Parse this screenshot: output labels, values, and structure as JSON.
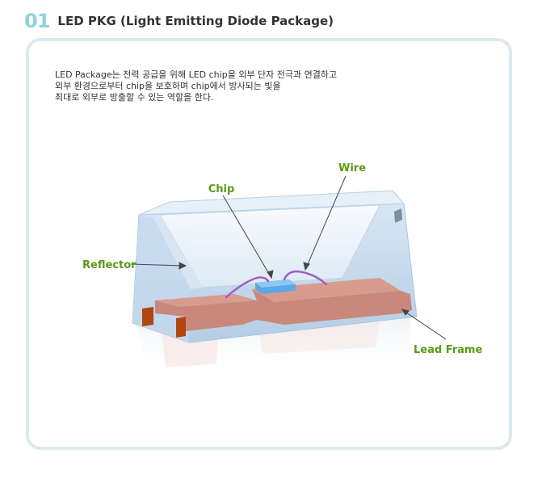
{
  "header": {
    "number": "01",
    "title": "LED PKG (Light Emitting Diode Package)"
  },
  "description": [
    "LED Package는 전력 공급을 위해 LED chip을 외부 단자 전극과 연결하고",
    "외부 환경으로부터 chip을 보호하며 chip에서 방사되는 빛을",
    "최대로 외부로 방출할 수 있는 역할을 한다."
  ],
  "labels": {
    "wire": "Wire",
    "chip": "Chip",
    "reflector": "Reflector",
    "lead_frame": "Lead Frame"
  },
  "colors": {
    "accent_number": "#8ed3de",
    "label_green": "#5a9a14",
    "panel_border": "#dde9ed",
    "lead_frame": "#c9887a",
    "chip": "#5aa9e6",
    "wire": "#a25cc0",
    "encapsulant": "#bcd4ea"
  }
}
